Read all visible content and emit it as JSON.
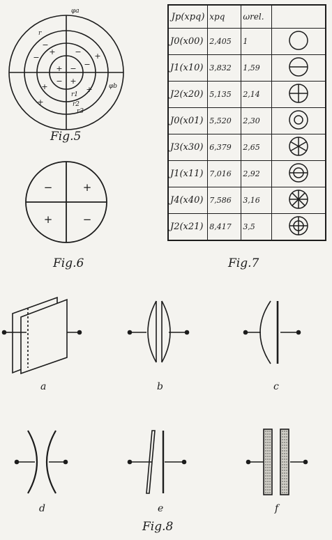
{
  "fig5": {
    "caption": "Fig.5",
    "labels": [
      "φa",
      "φb",
      "r",
      "r1",
      "r2",
      "r3"
    ],
    "signs": [
      "+",
      "−",
      "−",
      "+",
      "+",
      "−",
      "+",
      "−",
      "+",
      "−",
      "−",
      "+",
      "+"
    ]
  },
  "fig6": {
    "caption": "Fig.6",
    "quadrants": [
      "−",
      "+",
      "+",
      "−"
    ]
  },
  "fig7": {
    "caption": "Fig.7",
    "headers": [
      "Jp(xpq)",
      "xpq",
      "ωrel.",
      ""
    ],
    "rows": [
      {
        "fn": "J0(x00)",
        "x": "2,405",
        "w": "1",
        "mode": "circle"
      },
      {
        "fn": "J1(x10)",
        "x": "3,832",
        "w": "1,59",
        "mode": "one-line"
      },
      {
        "fn": "J2(x20)",
        "x": "5,135",
        "w": "2,14",
        "mode": "cross"
      },
      {
        "fn": "J0(x01)",
        "x": "5,520",
        "w": "2,30",
        "mode": "ring"
      },
      {
        "fn": "J3(x30)",
        "x": "6,379",
        "w": "2,65",
        "mode": "three-lines"
      },
      {
        "fn": "J1(x11)",
        "x": "7,016",
        "w": "2,92",
        "mode": "ring-line"
      },
      {
        "fn": "J4(x40)",
        "x": "7,586",
        "w": "3,16",
        "mode": "four-lines"
      },
      {
        "fn": "J2(x21)",
        "x": "8,417",
        "w": "3,5",
        "mode": "ring-cross"
      }
    ]
  },
  "fig8": {
    "caption": "Fig.8",
    "subfigures": [
      "a",
      "b",
      "c",
      "d",
      "e",
      "f"
    ]
  }
}
